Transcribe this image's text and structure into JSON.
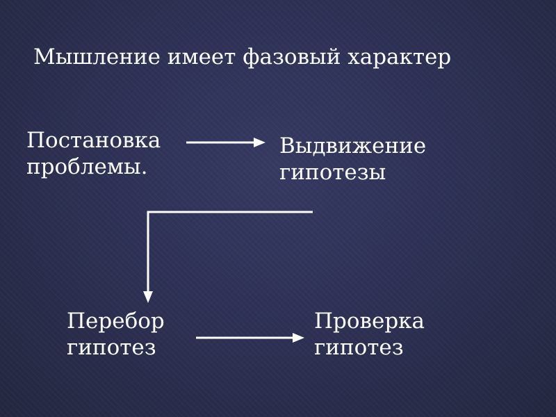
{
  "slide": {
    "title": "Мышление имеет фазовый характер"
  },
  "nodes": [
    {
      "line1": "Постановка",
      "line2": "проблемы."
    },
    {
      "line1": "Выдвижение",
      "line2": "гипотезы"
    },
    {
      "line1": "Перебор",
      "line2": "гипотез"
    },
    {
      "line1": "Проверка",
      "line2": "гипотез"
    }
  ],
  "colors": {
    "background": "#2d3155",
    "text": "#ffffff",
    "arrow": "#ffffff"
  }
}
